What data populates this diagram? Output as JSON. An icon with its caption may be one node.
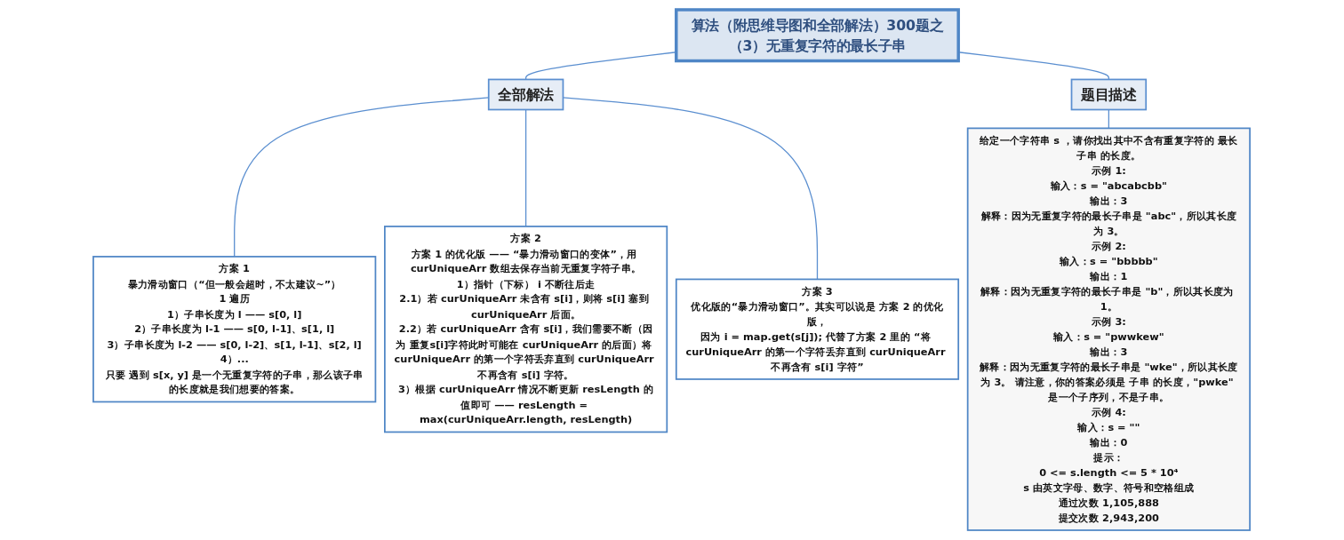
{
  "diagram": {
    "nodes": [
      {
        "text": [
          "算法（附思维导图和全部解法）300题之（3）无重复字符的最长子串"
        ]
      },
      {
        "text": [
          "全部解法"
        ]
      },
      {
        "text": [
          "方案 1",
          "暴力滑动窗口（“但一般会超时，不太建议~”）",
          "1 遍历",
          "1）子串长度为 l —— s[0, l]",
          "2）子串长度为 l-1 —— s[0, l-1]、s[1, l]",
          "3）子串长度为 l-2 —— s[0, l-2]、s[1, l-1]、s[2, l]",
          "4）...",
          "只要 遇到 s[x, y] 是一个无重复字符的子串，那么该子串的长度就是我们想要的答案。"
        ]
      },
      {
        "text": [
          "方案 2",
          "方案 1 的优化版 —— “暴力滑动窗口的变体”，用 curUniqueArr 数组去保存当前无重复字符子串。",
          "1）指针（下标） i 不断往后走",
          "2.1）若 curUniqueArr 未含有 s[i]，则将 s[i] 塞到 curUniqueArr 后面。",
          "2.2）若 curUniqueArr 含有 s[i]，我们需要不断（因为 重复s[i]字符此时可能在 curUniqueArr 的后面）将 curUniqueArr 的第一个字符丢弃直到 curUniqueArr 不再含有 s[i] 字符。",
          "3）根据 curUniqueArr 情况不断更新 resLength 的值即可 —— resLength = max(curUniqueArr.length, resLength)"
        ]
      },
      {
        "text": [
          "方案 3",
          "优化版的“暴力滑动窗口”。其实可以说是 方案 2 的优化版，",
          "因为 i = map.get(s[j]); 代替了方案 2 里的 “将 curUniqueArr 的第一个字符丢弃直到 curUniqueArr 不再含有 s[i] 字符”"
        ]
      },
      {
        "text": [
          "题目描述"
        ]
      },
      {
        "text": [
          "给定一个字符串 s ，请你找出其中不含有重复字符的 最长子串 的长度。",
          "示例 1:",
          "输入：s = \"abcabcbb\"",
          "输出：3",
          "解释：因为无重复字符的最长子串是 \"abc\"，所以其长度为 3。",
          "示例 2:",
          "输入：s = \"bbbbb\"",
          "输出：1",
          "解释：因为无重复字符的最长子串是 \"b\"，所以其长度为 1。",
          "示例 3:",
          "输入：s = \"pwwkew\"",
          "输出：3",
          "解释：因为无重复字符的最长子串是 \"wke\"，所以其长度为 3。 请注意，你的答案必须是 子串 的长度，\"pwke\" 是一个子序列，不是子串。",
          "示例 4:",
          "输入：s = \"\"",
          "输出：0",
          "提示：",
          "0 <= s.length <= 5 * 10⁴",
          "s 由英文字母、数字、符号和空格组成",
          "通过次数 1,105,888",
          "提交次数 2,943,200"
        ]
      }
    ],
    "edges": [
      {
        "from": 0,
        "to": 1,
        "arrow": "none"
      },
      {
        "from": 1,
        "to": 2,
        "arrow": "none"
      },
      {
        "from": 1,
        "to": 3,
        "arrow": "none"
      },
      {
        "from": 1,
        "to": 4,
        "arrow": "none"
      },
      {
        "from": 0,
        "to": 5,
        "arrow": "none"
      },
      {
        "from": 5,
        "to": 6,
        "arrow": "none"
      }
    ]
  }
}
